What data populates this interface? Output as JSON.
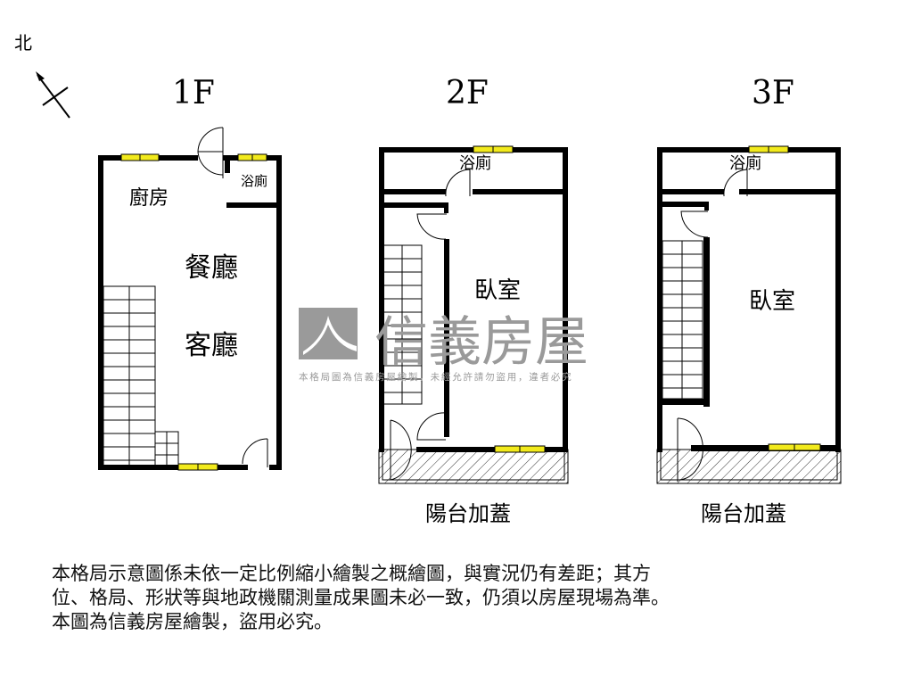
{
  "compass": {
    "label": "北"
  },
  "floors": [
    {
      "title": "1F",
      "rooms": [
        "廚房",
        "浴廁",
        "餐廳",
        "客廳"
      ]
    },
    {
      "title": "2F",
      "rooms": [
        "浴廁",
        "臥室"
      ],
      "balcony": "陽台加蓋"
    },
    {
      "title": "3F",
      "rooms": [
        "浴廁",
        "臥室"
      ],
      "balcony": "陽台加蓋"
    }
  ],
  "watermark": {
    "brand": "信義房屋",
    "subtitle": "本格局圖為信義房屋繪製，未經允許請勿盜用，違者必究"
  },
  "colors": {
    "wall": "#000000",
    "window": "#f2ea1c",
    "watermark": "#9a9a9a"
  },
  "disclaimer": [
    "本格局示意圖係未依一定比例縮小繪製之概繪圖，與實況仍有差距；其方",
    "位、格局、形狀等與地政機關測量成果圖未必一致，仍須以房屋現場為準。",
    "本圖為信義房屋繪製，盜用必究。"
  ]
}
